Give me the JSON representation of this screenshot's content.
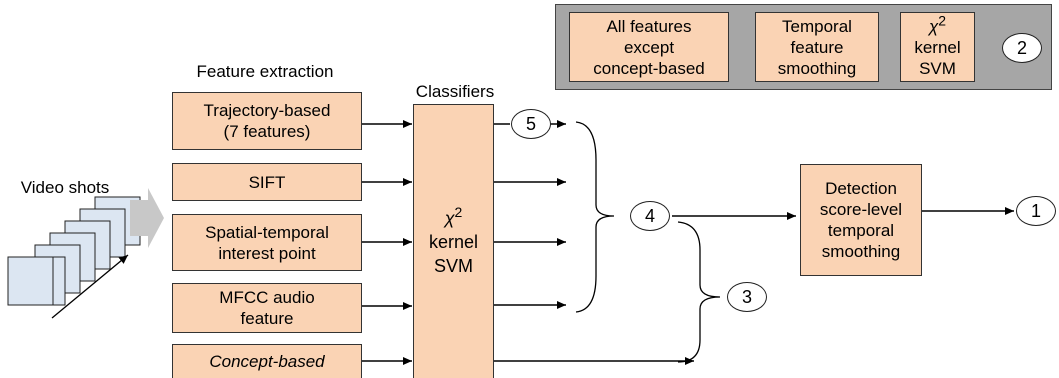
{
  "labels": {
    "video_shots": "Video shots",
    "feature_extraction": "Feature extraction",
    "classifiers": "Classifiers"
  },
  "features": [
    {
      "line1": "Trajectory-based",
      "line2": "(7 features)"
    },
    {
      "line1": "SIFT",
      "line2": ""
    },
    {
      "line1": "Spatial-temporal",
      "line2": "interest point"
    },
    {
      "line1": "MFCC audio",
      "line2": "feature"
    },
    {
      "line1": "Concept-based",
      "line2": ""
    }
  ],
  "classifier_box": {
    "chi": "χ",
    "sup": "2",
    "line2": "kernel",
    "line3": "SVM"
  },
  "detection_box": {
    "line1": "Detection",
    "line2": "score-level",
    "line3": "temporal",
    "line4": "smoothing"
  },
  "top_panel": {
    "box1": {
      "line1": "All features",
      "line2": "except",
      "line3": "concept-based"
    },
    "box2": {
      "line1": "Temporal",
      "line2": "feature",
      "line3": "smoothing"
    },
    "box3": {
      "chi": "χ",
      "sup": "2",
      "line2": "kernel",
      "line3": "SVM"
    }
  },
  "nodes": {
    "n1": "1",
    "n2": "2",
    "n3": "3",
    "n4": "4",
    "n5": "5"
  },
  "colors": {
    "box_fill": "#fad3b4",
    "panel_fill": "#a6a6a6",
    "arrow_gray": "#c8c8c8",
    "frame_fill": "#dce6f2"
  }
}
